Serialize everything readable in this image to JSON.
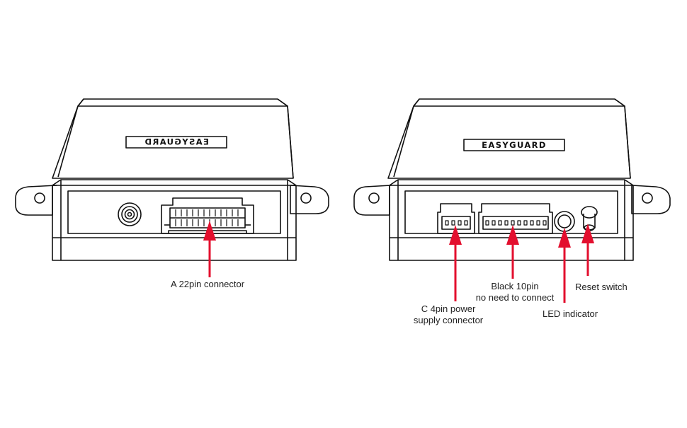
{
  "device_left": {
    "brand": "EASYGUARD",
    "brand_mirrored": true,
    "callouts": [
      "A 22pin connector"
    ]
  },
  "device_right": {
    "brand": "EASYGUARD",
    "brand_mirrored": false,
    "callouts": [
      "C 4pin power",
      "supply connector",
      "Black 10pin",
      "no need to connect",
      "LED indicator",
      "Reset switch"
    ]
  },
  "colors": {
    "arrow": "#e30f2e",
    "outline": "#111111",
    "background": "#ffffff"
  }
}
